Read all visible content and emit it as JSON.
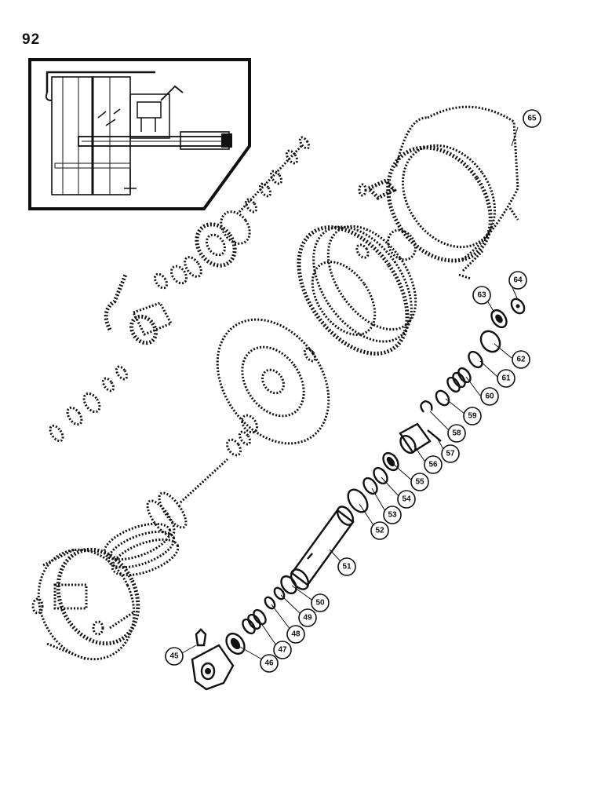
{
  "page_number": "92",
  "callouts": [
    {
      "id": "c45",
      "label": "45"
    },
    {
      "id": "c46",
      "label": "46"
    },
    {
      "id": "c47",
      "label": "47"
    },
    {
      "id": "c48",
      "label": "48"
    },
    {
      "id": "c49",
      "label": "49"
    },
    {
      "id": "c50",
      "label": "50"
    },
    {
      "id": "c51",
      "label": "51"
    },
    {
      "id": "c52",
      "label": "52"
    },
    {
      "id": "c53",
      "label": "53"
    },
    {
      "id": "c54",
      "label": "54"
    },
    {
      "id": "c55",
      "label": "55"
    },
    {
      "id": "c56",
      "label": "56"
    },
    {
      "id": "c57",
      "label": "57"
    },
    {
      "id": "c58",
      "label": "58"
    },
    {
      "id": "c59",
      "label": "59"
    },
    {
      "id": "c60",
      "label": "60"
    },
    {
      "id": "c61",
      "label": "61"
    },
    {
      "id": "c62",
      "label": "62"
    },
    {
      "id": "c63",
      "label": "63"
    },
    {
      "id": "c64",
      "label": "64"
    },
    {
      "id": "c65",
      "label": "65"
    }
  ]
}
